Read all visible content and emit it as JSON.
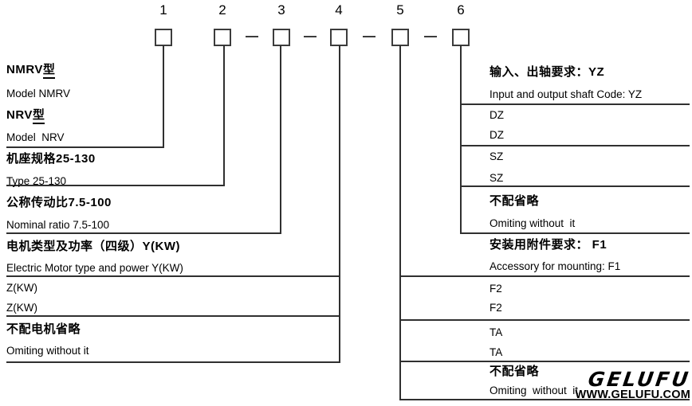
{
  "header": {
    "positions": [
      "1",
      "2",
      "3",
      "4",
      "5",
      "6"
    ]
  },
  "left_column": {
    "rows": [
      {
        "pre": "NMRV",
        "suffix": "型"
      },
      {
        "label": "Model NMRV"
      },
      {
        "pre": "NRV",
        "suffix": "型"
      },
      {
        "label": "Model  NRV"
      },
      {
        "label": "机座规格25-130"
      },
      {
        "label": "Type 25-130"
      },
      {
        "label": "公称传动比7.5-100"
      },
      {
        "label": "Nominal ratio 7.5-100"
      },
      {
        "label": "电机类型及功率（四级）Y(KW)"
      },
      {
        "label": "Electric Motor type and power Y(KW)"
      },
      {
        "label": "Z(KW)"
      },
      {
        "label": "Z(KW)"
      },
      {
        "label": "不配电机省略"
      },
      {
        "label": "Omiting without it"
      }
    ]
  },
  "right_column": {
    "rows": [
      {
        "label": "输入、出轴要求：YZ"
      },
      {
        "label": "Input and output shaft Code: YZ"
      },
      {
        "label": "DZ"
      },
      {
        "label": "DZ"
      },
      {
        "label": "SZ"
      },
      {
        "label": "SZ"
      },
      {
        "label": "不配省略"
      },
      {
        "label": "Omiting without  it"
      },
      {
        "label": "安装用附件要求： F1"
      },
      {
        "label": "Accessory for mounting: F1"
      },
      {
        "label": "F2"
      },
      {
        "label": "F2"
      },
      {
        "label": "TA"
      },
      {
        "label": "TA"
      },
      {
        "label": "不配省略"
      },
      {
        "label": "Omiting  without  it"
      }
    ]
  },
  "logo": {
    "name": "GELUFU",
    "website": "WWW.GELUFU.COM"
  },
  "colors": {
    "line": "#303030",
    "text": "#000000",
    "background": "#ffffff"
  }
}
